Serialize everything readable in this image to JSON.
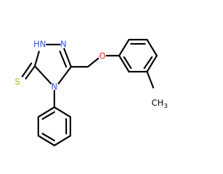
{
  "molecule": {
    "atom_labels": {
      "nh": "HN",
      "n_ring_right": "N",
      "n_ring_bottom": "N",
      "sulfur": "S",
      "oxygen": "O",
      "methyl": "CH"
    },
    "methyl_subscript": "3"
  },
  "colors": {
    "bond": "#000000",
    "nitrogen": "#3050F8",
    "sulfur": "#B8B800",
    "oxygen": "#FF2020",
    "carbon": "#000000"
  }
}
